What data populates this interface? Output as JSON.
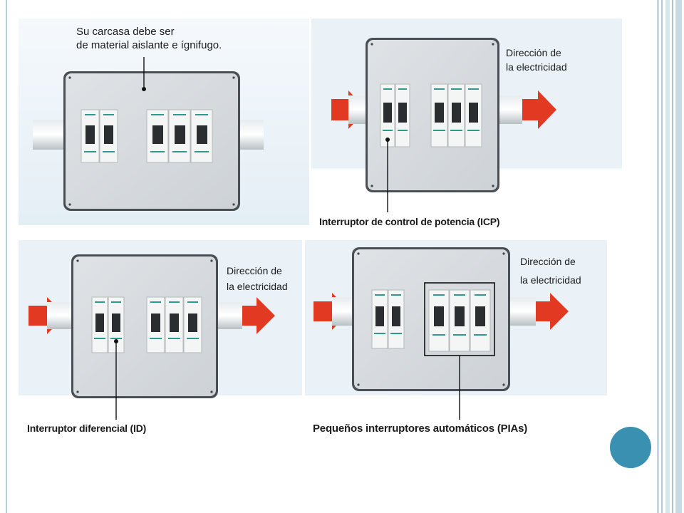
{
  "panels": {
    "top_left": {
      "note_line1": "Su carcasa debe ser",
      "note_line2": "de material aislante e ígnifugo."
    },
    "top_right": {
      "direction_line1": "Dirección de",
      "direction_line2": "la electricidad",
      "caption": "Interruptor de control de potencia (ICP)"
    },
    "bottom_left": {
      "direction_line1": "Dirección de",
      "direction_line2": "la electricidad",
      "caption": "Interruptor diferencial (ID)"
    },
    "bottom_right": {
      "direction_line1": "Dirección de",
      "direction_line2": "la electricidad",
      "caption": "Pequeños interruptores automáticos (PIAs)"
    }
  },
  "colors": {
    "panel_bg": "#eef5fa",
    "arrow": "#e23a22",
    "accent_circle": "#3a90b1",
    "switch_stripe": "#2e9a8e"
  }
}
